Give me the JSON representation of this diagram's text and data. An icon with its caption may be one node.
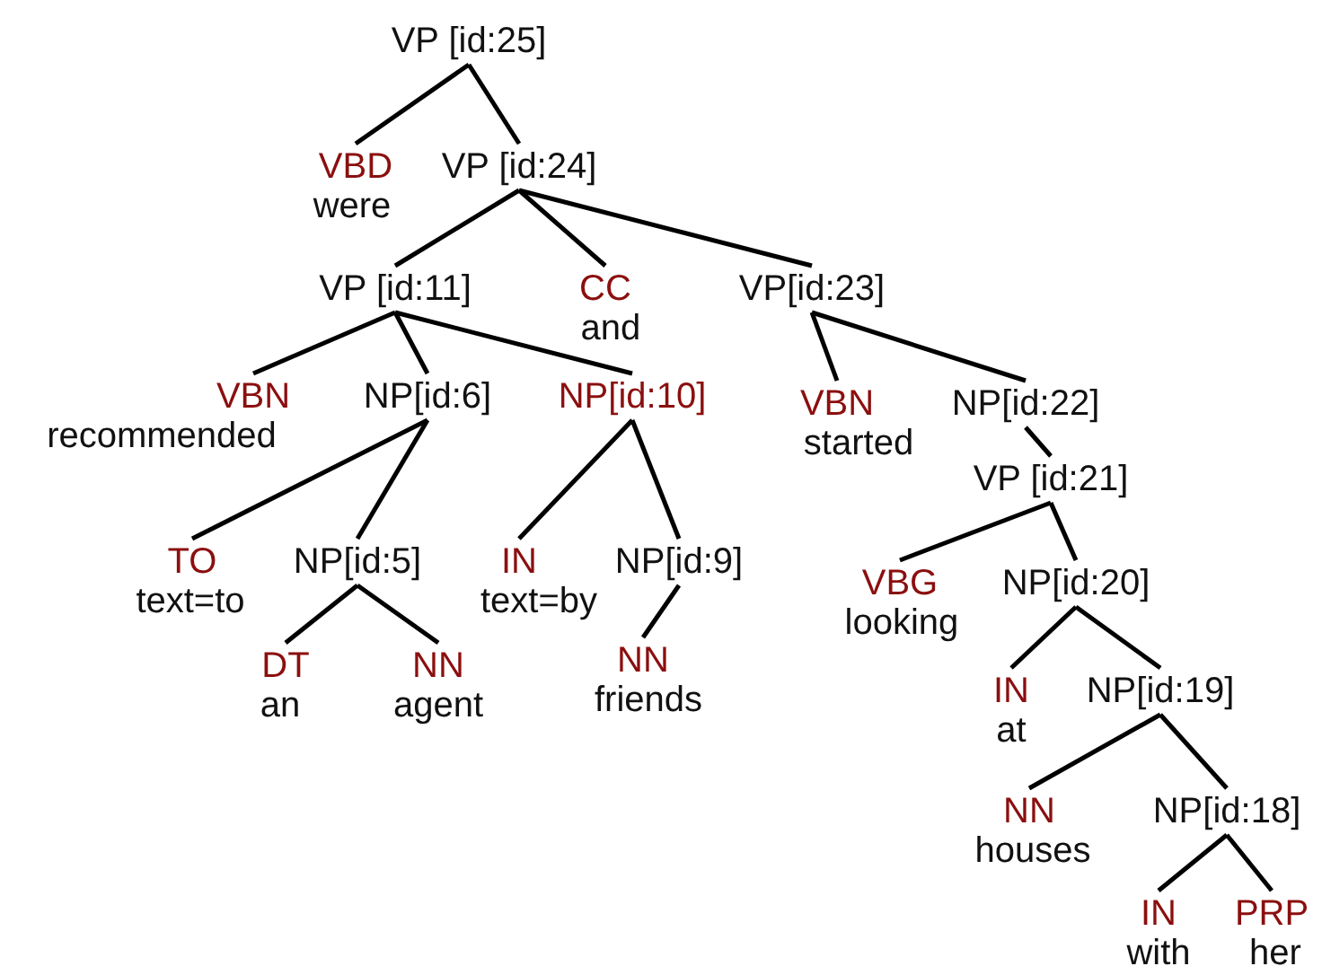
{
  "diagram": {
    "nodes": [
      {
        "text": [
          "VP [id:25]"
        ]
      },
      {
        "text": [
          "VBD",
          "were"
        ]
      },
      {
        "text": [
          "VP [id:24]"
        ]
      },
      {
        "text": [
          "VP [id:11]"
        ]
      },
      {
        "text": [
          "CC",
          "and"
        ]
      },
      {
        "text": [
          "VP[id:23]"
        ]
      },
      {
        "text": [
          "VBN",
          "recommended"
        ]
      },
      {
        "text": [
          "NP[id:6]"
        ]
      },
      {
        "text": [
          "NP[id:10]"
        ]
      },
      {
        "text": [
          "VBN",
          "started"
        ]
      },
      {
        "text": [
          "NP[id:22]"
        ]
      },
      {
        "text": [
          "TO",
          "text=to"
        ]
      },
      {
        "text": [
          "NP[id:5]"
        ]
      },
      {
        "text": [
          "IN",
          "text=by"
        ]
      },
      {
        "text": [
          "NP[id:9]"
        ]
      },
      {
        "text": [
          "VP [id:21]"
        ]
      },
      {
        "text": [
          "VBG",
          "looking"
        ]
      },
      {
        "text": [
          "NP[id:20]"
        ]
      },
      {
        "text": [
          "DT",
          "an"
        ]
      },
      {
        "text": [
          "NN",
          "agent"
        ]
      },
      {
        "text": [
          "NN",
          "friends"
        ]
      },
      {
        "text": [
          "IN",
          "at"
        ]
      },
      {
        "text": [
          "NP[id:19]"
        ]
      },
      {
        "text": [
          "NN",
          "houses"
        ]
      },
      {
        "text": [
          "NP[id:18]"
        ]
      },
      {
        "text": [
          "IN",
          "with"
        ]
      },
      {
        "text": [
          "PRP",
          "her"
        ]
      }
    ],
    "edges": [
      {
        "from": 0,
        "to": 1,
        "arrow": "none"
      },
      {
        "from": 0,
        "to": 2,
        "arrow": "none"
      },
      {
        "from": 2,
        "to": 3,
        "arrow": "none"
      },
      {
        "from": 2,
        "to": 4,
        "arrow": "none"
      },
      {
        "from": 2,
        "to": 5,
        "arrow": "none"
      },
      {
        "from": 3,
        "to": 6,
        "arrow": "none"
      },
      {
        "from": 3,
        "to": 7,
        "arrow": "none"
      },
      {
        "from": 3,
        "to": 8,
        "arrow": "none"
      },
      {
        "from": 5,
        "to": 9,
        "arrow": "none"
      },
      {
        "from": 5,
        "to": 10,
        "arrow": "none"
      },
      {
        "from": 7,
        "to": 11,
        "arrow": "none"
      },
      {
        "from": 7,
        "to": 12,
        "arrow": "none"
      },
      {
        "from": 8,
        "to": 13,
        "arrow": "none"
      },
      {
        "from": 8,
        "to": 14,
        "arrow": "none"
      },
      {
        "from": 10,
        "to": 15,
        "arrow": "none"
      },
      {
        "from": 12,
        "to": 18,
        "arrow": "none"
      },
      {
        "from": 12,
        "to": 19,
        "arrow": "none"
      },
      {
        "from": 14,
        "to": 20,
        "arrow": "none"
      },
      {
        "from": 15,
        "to": 16,
        "arrow": "none"
      },
      {
        "from": 15,
        "to": 17,
        "arrow": "none"
      },
      {
        "from": 17,
        "to": 21,
        "arrow": "none"
      },
      {
        "from": 17,
        "to": 22,
        "arrow": "none"
      },
      {
        "from": 22,
        "to": 23,
        "arrow": "none"
      },
      {
        "from": 22,
        "to": 24,
        "arrow": "none"
      },
      {
        "from": 24,
        "to": 25,
        "arrow": "none"
      },
      {
        "from": 24,
        "to": 26,
        "arrow": "none"
      }
    ]
  }
}
